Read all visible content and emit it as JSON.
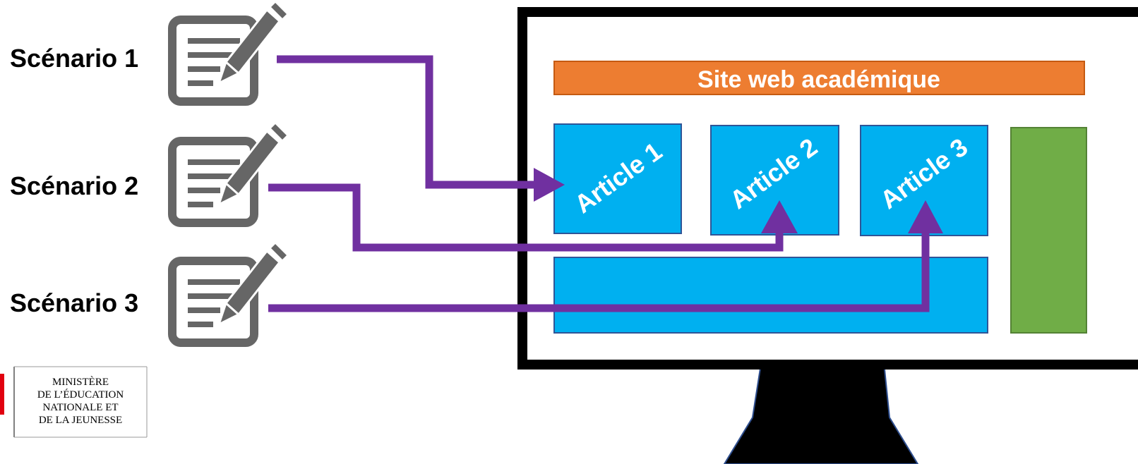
{
  "colors": {
    "arrow": "#7030A0",
    "article": "#00B0F0",
    "header": "#ED7D31",
    "sidebar": "#70AD47",
    "icon": "#666666",
    "monitor": "#000000"
  },
  "scenarios": [
    {
      "label": "Scénario 1",
      "icon": "document-edit-icon",
      "target": "Article 1"
    },
    {
      "label": "Scénario 2",
      "icon": "document-edit-icon",
      "target": "Article 2"
    },
    {
      "label": "Scénario 3",
      "icon": "document-edit-icon",
      "target": "Article 3"
    }
  ],
  "website": {
    "title": "Site web académique",
    "articles": [
      "Article 1",
      "Article 2",
      "Article 3"
    ]
  },
  "logo": {
    "lines": [
      "MINISTÈRE",
      "DE L’ÉDUCATION",
      "NATIONALE ET",
      "DE LA JEUNESSE"
    ]
  }
}
